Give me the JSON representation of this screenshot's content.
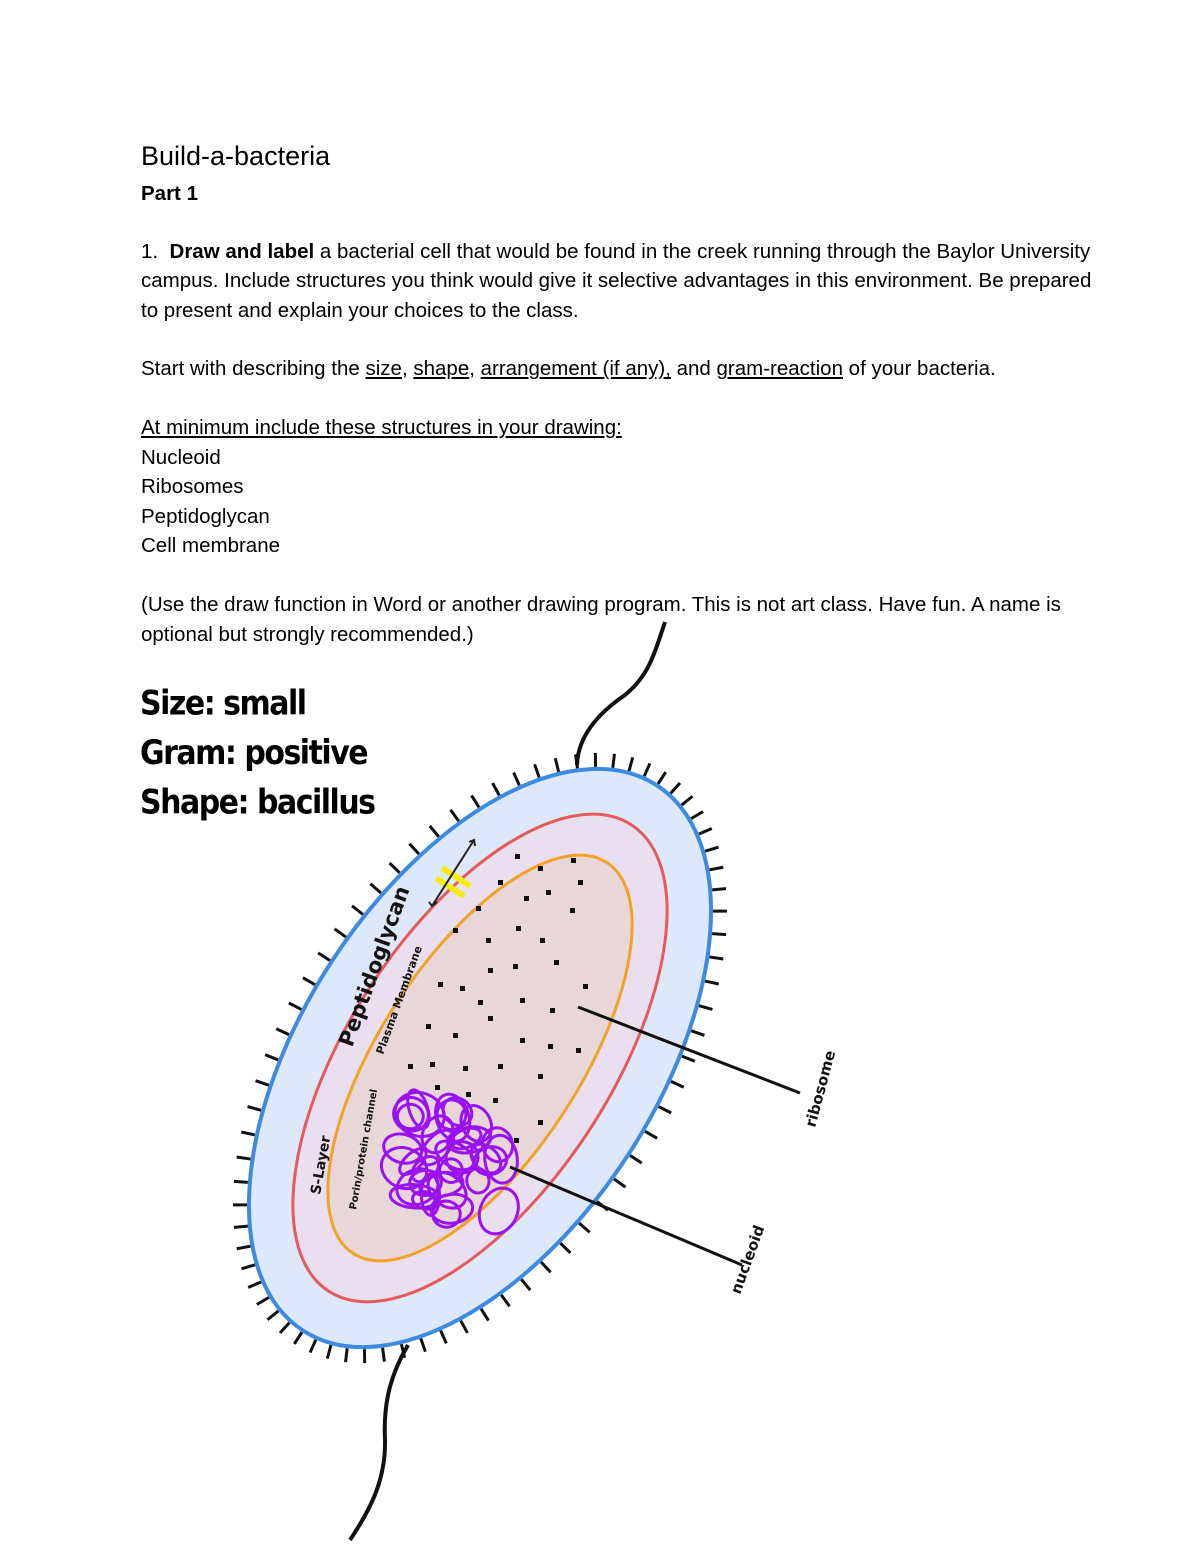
{
  "document": {
    "title": "Build-a-bacteria",
    "part": "Part 1",
    "question_number": "1.",
    "question_bold": "Draw and label",
    "question_rest": " a bacterial cell that would be found in the creek running through the Baylor University campus.  Include structures you think would give it selective advantages in this environment.  Be prepared to present and explain your choices to the class.",
    "start_prefix": "Start with describing the ",
    "start_size": "size",
    "start_sep1": ", ",
    "start_shape": "shape",
    "start_sep2": ", ",
    "start_arrangement": "arrangement (if any),",
    "start_sep3": " and ",
    "start_gram": "gram-reaction",
    "start_suffix": " of your bacteria.",
    "minimum_heading": "At minimum include these structures in your drawing:",
    "structures": [
      "Nucleoid",
      "Ribosomes",
      "Peptidoglycan",
      "Cell membrane"
    ],
    "note": "(Use the draw function in Word or another drawing program.  This is not art class.  Have fun. A name is optional but strongly recommended.)"
  },
  "handwritten": {
    "size": "Size: small",
    "gram": "Gram: positive",
    "shape": "Shape: bacillus"
  },
  "drawing_labels": {
    "peptidoglycan": "Peptidoglycan",
    "plasma_membrane": "Plasma Membrane",
    "s_layer": "S-Layer",
    "porin": "Porin/protein channel",
    "ribosome": "ribosome",
    "nucleoid": "nucleoid"
  },
  "colors": {
    "outer_wall": "#3d8be0",
    "outer_fill": "#dde9fa",
    "peptidoglycan": "#e55a5a",
    "peptidoglycan_fill": "#eadff0",
    "membrane": "#f2a226",
    "cytoplasm": "#e8d6d8",
    "nucleoid": "#9b12f0",
    "channel": "#f5ec12"
  }
}
